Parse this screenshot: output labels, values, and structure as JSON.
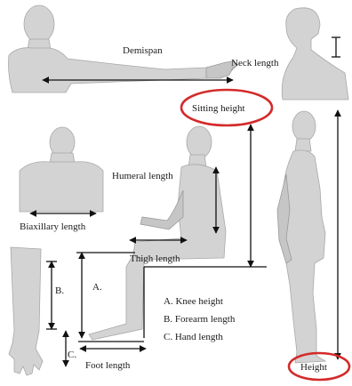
{
  "labels": {
    "demispan": "Demispan",
    "neck_length": "Neck length",
    "sitting_height": "Sitting height",
    "humeral_length": "Humeral length",
    "biaxillary_length": "Biaxillary length",
    "thigh_length": "Thigh length",
    "marker_a": "A.",
    "marker_b": "B.",
    "marker_c": "C.",
    "knee_height": "A. Knee height",
    "forearm_length": "B. Forearm length",
    "hand_length": "C. Hand length",
    "foot_length": "Foot length",
    "height": "Height"
  },
  "colors": {
    "highlight_ring": "#d42a2a",
    "figure_fill": "#d3d3d3",
    "measure_line": "#111111"
  }
}
